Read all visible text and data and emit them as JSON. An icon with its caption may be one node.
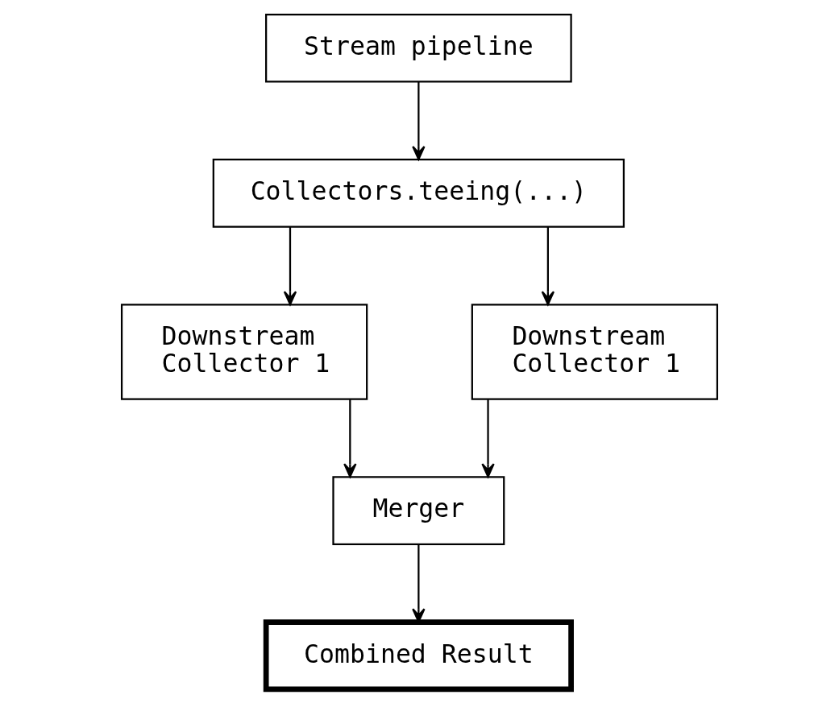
{
  "diagram": {
    "nodes": [
      {
        "text": [
          "Stream pipeline"
        ]
      },
      {
        "text": [
          "Collectors.teeing(...)"
        ]
      },
      {
        "text": [
          "Downstream Collector 1"
        ]
      },
      {
        "text": [
          "Downstream Collector 1"
        ]
      },
      {
        "text": [
          "Merger"
        ]
      },
      {
        "text": [
          "Combined Result"
        ]
      }
    ],
    "edges": [
      {
        "from": 0,
        "to": 1,
        "arrow": "to"
      },
      {
        "from": 1,
        "to": 2,
        "arrow": "to"
      },
      {
        "from": 1,
        "to": 3,
        "arrow": "to"
      },
      {
        "from": 2,
        "to": 4,
        "arrow": "to"
      },
      {
        "from": 3,
        "to": 4,
        "arrow": "to"
      },
      {
        "from": 4,
        "to": 5,
        "arrow": "to"
      }
    ]
  }
}
